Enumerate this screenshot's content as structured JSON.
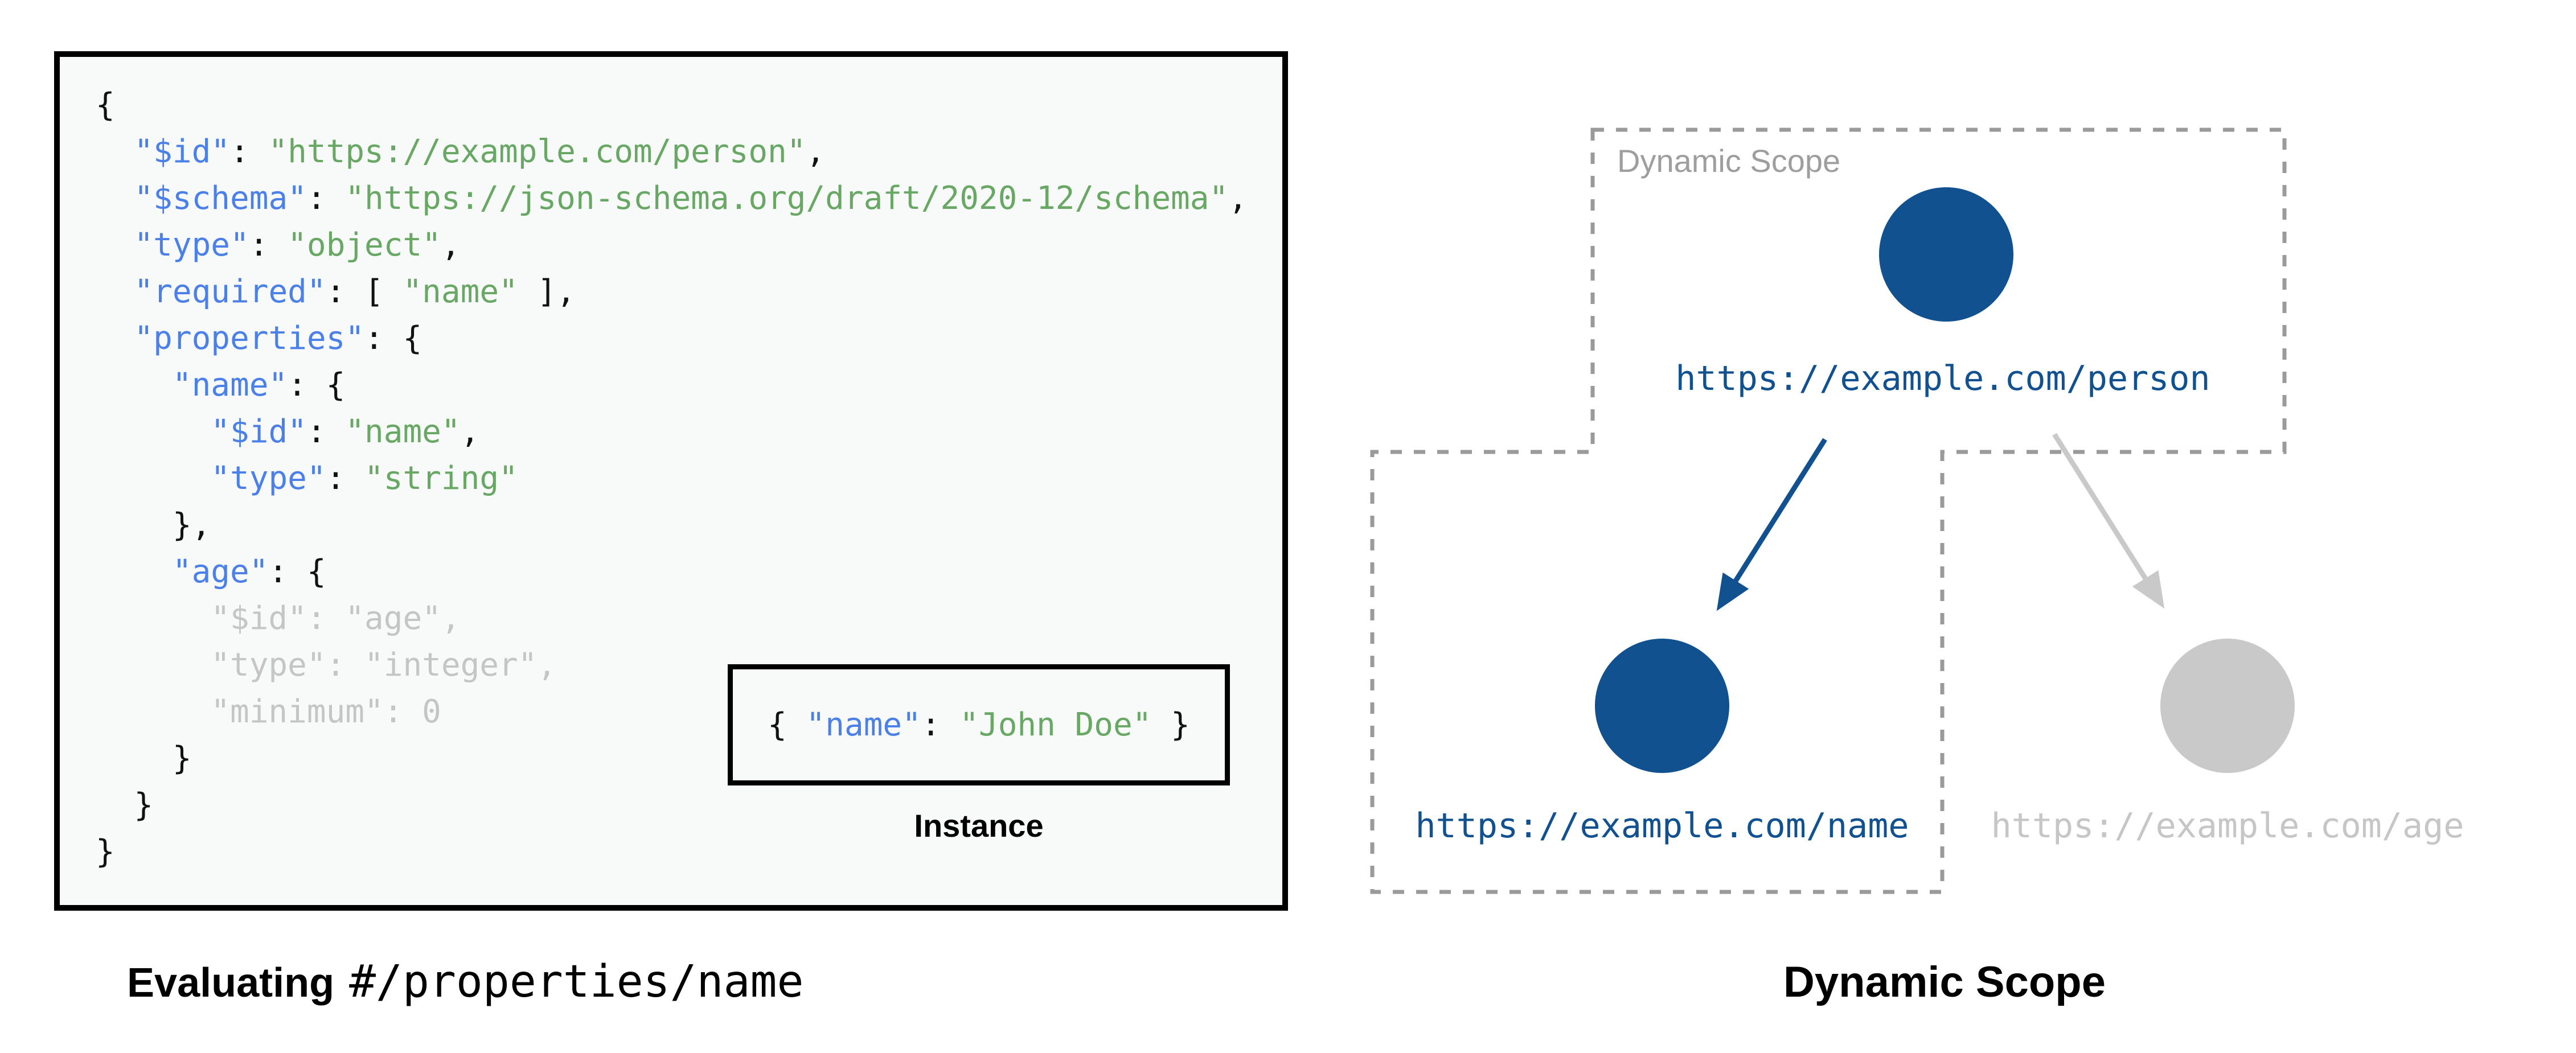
{
  "colors": {
    "key_blue": "#4a80e8",
    "string_green": "#68a864",
    "muted_code": "#c5c5c5",
    "code_text": "#111111",
    "active_blue": "#11518f",
    "inactive_gray": "#c9c9c9",
    "muted_text": "#c6c6c6",
    "dash_gray": "#9a9a9a",
    "scope_label_gray": "#9e9e9e",
    "panel_bg": "#f8f9f9"
  },
  "left_panel": {
    "caption": {
      "bold": "Evaluating",
      "code": "#/properties/name"
    },
    "instance": {
      "label": "Instance",
      "tokens": [
        {
          "c": "p",
          "t": "{ "
        },
        {
          "c": "b",
          "t": "\"name\""
        },
        {
          "c": "p",
          "t": ": "
        },
        {
          "c": "g",
          "t": "\"John Doe\""
        },
        {
          "c": "p",
          "t": " }"
        }
      ]
    },
    "code_lines": [
      [
        {
          "c": "p",
          "t": "{"
        }
      ],
      [
        {
          "c": "p",
          "t": "  "
        },
        {
          "c": "b",
          "t": "\"$id\""
        },
        {
          "c": "p",
          "t": ": "
        },
        {
          "c": "g",
          "t": "\"https://example.com/person\""
        },
        {
          "c": "p",
          "t": ","
        }
      ],
      [
        {
          "c": "p",
          "t": "  "
        },
        {
          "c": "b",
          "t": "\"$schema\""
        },
        {
          "c": "p",
          "t": ": "
        },
        {
          "c": "g",
          "t": "\"https://json-schema.org/draft/2020-12/schema\""
        },
        {
          "c": "p",
          "t": ","
        }
      ],
      [
        {
          "c": "p",
          "t": "  "
        },
        {
          "c": "b",
          "t": "\"type\""
        },
        {
          "c": "p",
          "t": ": "
        },
        {
          "c": "g",
          "t": "\"object\""
        },
        {
          "c": "p",
          "t": ","
        }
      ],
      [
        {
          "c": "p",
          "t": "  "
        },
        {
          "c": "b",
          "t": "\"required\""
        },
        {
          "c": "p",
          "t": ": [ "
        },
        {
          "c": "g",
          "t": "\"name\""
        },
        {
          "c": "p",
          "t": " ],"
        }
      ],
      [
        {
          "c": "p",
          "t": "  "
        },
        {
          "c": "b",
          "t": "\"properties\""
        },
        {
          "c": "p",
          "t": ": {"
        }
      ],
      [
        {
          "c": "p",
          "t": "    "
        },
        {
          "c": "b",
          "t": "\"name\""
        },
        {
          "c": "p",
          "t": ": {"
        }
      ],
      [
        {
          "c": "p",
          "t": "      "
        },
        {
          "c": "b",
          "t": "\"$id\""
        },
        {
          "c": "p",
          "t": ": "
        },
        {
          "c": "g",
          "t": "\"name\""
        },
        {
          "c": "p",
          "t": ","
        }
      ],
      [
        {
          "c": "p",
          "t": "      "
        },
        {
          "c": "b",
          "t": "\"type\""
        },
        {
          "c": "p",
          "t": ": "
        },
        {
          "c": "g",
          "t": "\"string\""
        }
      ],
      [
        {
          "c": "p",
          "t": "    },"
        }
      ],
      [
        {
          "c": "p",
          "t": "    "
        },
        {
          "c": "b",
          "t": "\"age\""
        },
        {
          "c": "p",
          "t": ": {"
        }
      ],
      [
        {
          "c": "f",
          "t": "      \"$id\": \"age\","
        }
      ],
      [
        {
          "c": "f",
          "t": "      \"type\": \"integer\","
        }
      ],
      [
        {
          "c": "f",
          "t": "      \"minimum\": 0"
        }
      ],
      [
        {
          "c": "p",
          "t": "    }"
        }
      ],
      [
        {
          "c": "p",
          "t": "  }"
        }
      ],
      [
        {
          "c": "p",
          "t": "}"
        }
      ]
    ]
  },
  "diagram": {
    "scope_label": "Dynamic Scope",
    "caption": "Dynamic Scope",
    "nodes": [
      {
        "id": "person",
        "url": "https://example.com/person",
        "state": "active"
      },
      {
        "id": "name",
        "url": "https://example.com/name",
        "state": "active"
      },
      {
        "id": "age",
        "url": "https://example.com/age",
        "state": "inactive"
      }
    ]
  }
}
